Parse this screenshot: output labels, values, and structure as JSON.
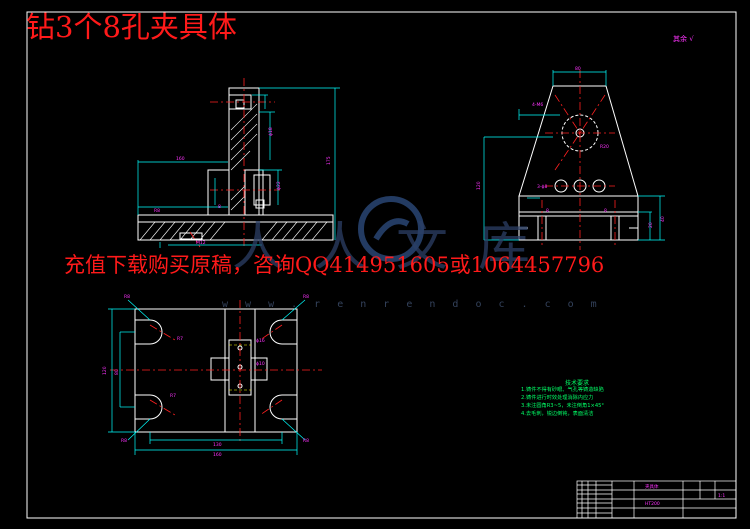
{
  "drawing": {
    "title": "钻3个8孔夹具体",
    "promo": "充值下载购买原稿，咨询QQ414951605或1064457796",
    "watermark_url": "w w w . r e n r e n d o c . c o m",
    "watermark_cn": "人人文库",
    "corner_mark": "其余 √",
    "tech_requirements": {
      "title": "技术要求",
      "lines": [
        "1.铸件不得有砂眼、气孔等铸造缺陷",
        "2.铸件进行时效处理消除内应力",
        "3.未注圆角R3~5，未注倒角1×45°",
        "4.去毛刺，锐边倒钝，表面清洁"
      ]
    },
    "title_block": {
      "name": "夹具体",
      "material": "HT200",
      "scale": "1:1"
    }
  },
  "colors": {
    "background": "#000000",
    "frame": "#ffffff",
    "outline": "#ffffff",
    "dimension": "#00ffff",
    "center": "#ff2020",
    "hatch": "#ffffff",
    "text_dim": "#ff33ff",
    "notes": "#00ff66",
    "title_red": "#ff1a1a",
    "hidden": "#ffff00"
  }
}
